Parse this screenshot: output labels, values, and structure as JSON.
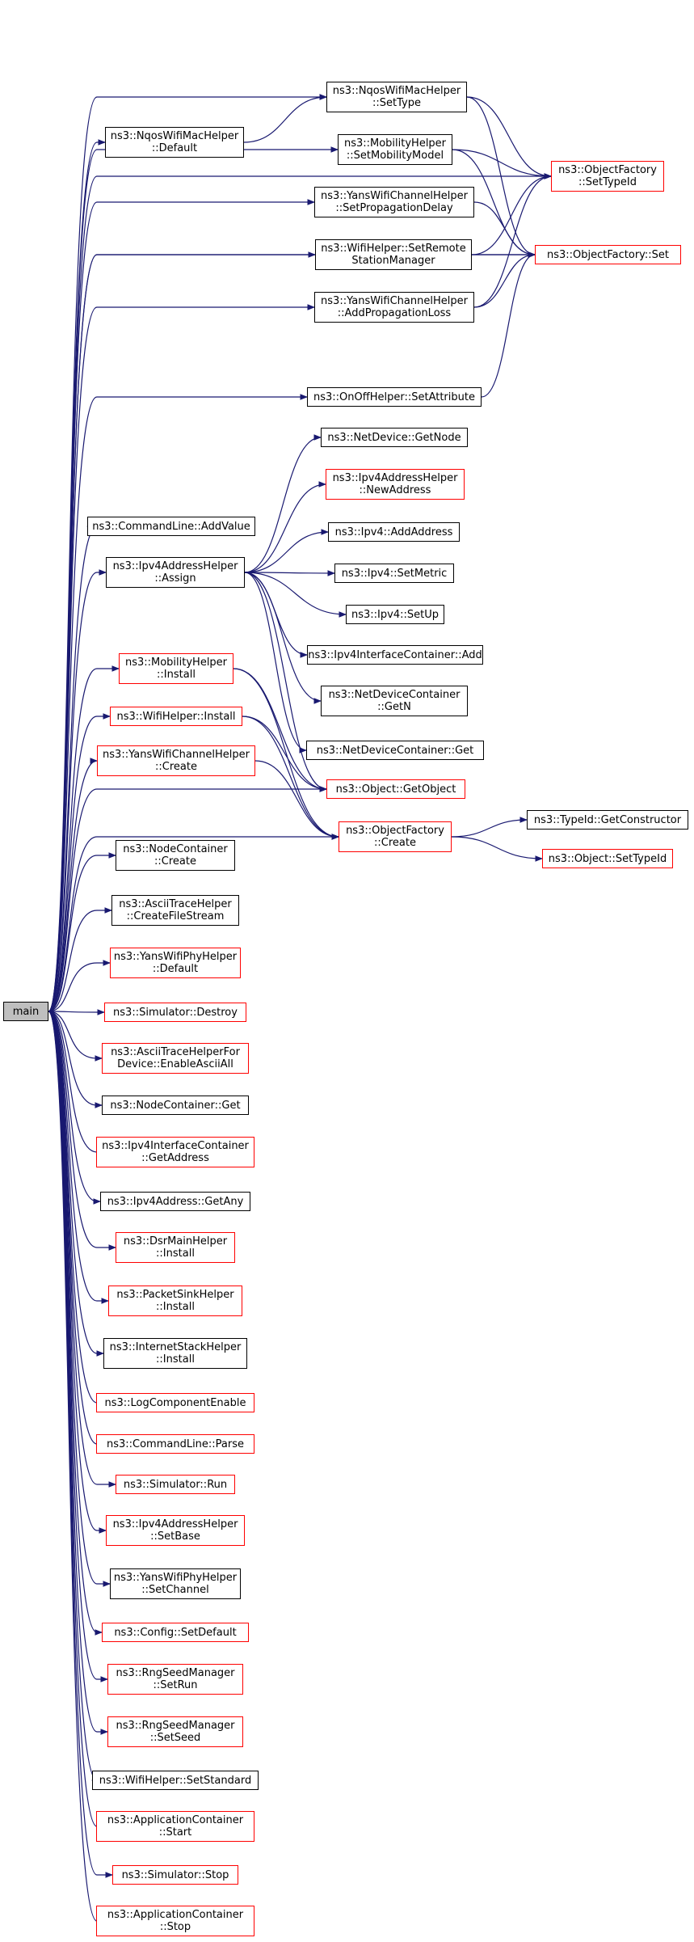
{
  "colors": {
    "edge": "#191970",
    "node_border": "#000000",
    "node_border_external": "#ff0000",
    "root_fill": "#bfbfbf"
  },
  "root": {
    "label": "main"
  },
  "nodes": {
    "nqos_settype": [
      "ns3::NqosWifiMacHelper",
      "::SetType"
    ],
    "nqos_default": [
      "ns3::NqosWifiMacHelper",
      "::Default"
    ],
    "mob_setmodel": [
      "ns3::MobilityHelper",
      "::SetMobilityModel"
    ],
    "of_settypeid": [
      "ns3::ObjectFactory",
      "::SetTypeId"
    ],
    "yans_setprop": [
      "ns3::YansWifiChannelHelper",
      "::SetPropagationDelay"
    ],
    "wifi_setremote": [
      "ns3::WifiHelper::SetRemote",
      "StationManager"
    ],
    "of_set": [
      "ns3::ObjectFactory::Set"
    ],
    "yans_addloss": [
      "ns3::YansWifiChannelHelper",
      "::AddPropagationLoss"
    ],
    "onoff_setattr": [
      "ns3::OnOffHelper::SetAttribute"
    ],
    "nd_getnode": [
      "ns3::NetDevice::GetNode"
    ],
    "ipv4h_newaddr": [
      "ns3::Ipv4AddressHelper",
      "::NewAddress"
    ],
    "cmd_addvalue": [
      "ns3::CommandLine::AddValue"
    ],
    "ipv4_addaddr": [
      "ns3::Ipv4::AddAddress"
    ],
    "ipv4h_assign": [
      "ns3::Ipv4AddressHelper",
      "::Assign"
    ],
    "ipv4_setmetric": [
      "ns3::Ipv4::SetMetric"
    ],
    "ipv4_setup": [
      "ns3::Ipv4::SetUp"
    ],
    "ipv4ic_add": [
      "ns3::Ipv4InterfaceContainer::Add"
    ],
    "mob_install": [
      "ns3::MobilityHelper",
      "::Install"
    ],
    "ndc_getn": [
      "ns3::NetDeviceContainer",
      "::GetN"
    ],
    "wifi_install": [
      "ns3::WifiHelper::Install"
    ],
    "ndc_get": [
      "ns3::NetDeviceContainer::Get"
    ],
    "yans_create": [
      "ns3::YansWifiChannelHelper",
      "::Create"
    ],
    "obj_getobject": [
      "ns3::Object::GetObject"
    ],
    "typeid_getctor": [
      "ns3::TypeId::GetConstructor"
    ],
    "of_create": [
      "ns3::ObjectFactory",
      "::Create"
    ],
    "obj_settypeid": [
      "ns3::Object::SetTypeId"
    ],
    "nc_create": [
      "ns3::NodeContainer",
      "::Create"
    ],
    "ath_createfile": [
      "ns3::AsciiTraceHelper",
      "::CreateFileStream"
    ],
    "yansphy_default": [
      "ns3::YansWifiPhyHelper",
      "::Default"
    ],
    "sim_destroy": [
      "ns3::Simulator::Destroy"
    ],
    "athfd_enable": [
      "ns3::AsciiTraceHelperFor",
      "Device::EnableAsciiAll"
    ],
    "nc_get": [
      "ns3::NodeContainer::Get"
    ],
    "ipv4ic_getaddr": [
      "ns3::Ipv4InterfaceContainer",
      "::GetAddress"
    ],
    "ipv4addr_getany": [
      "ns3::Ipv4Address::GetAny"
    ],
    "dsr_install": [
      "ns3::DsrMainHelper",
      "::Install"
    ],
    "psh_install": [
      "ns3::PacketSinkHelper",
      "::Install"
    ],
    "ish_install": [
      "ns3::InternetStackHelper",
      "::Install"
    ],
    "log_enable": [
      "ns3::LogComponentEnable"
    ],
    "cmd_parse": [
      "ns3::CommandLine::Parse"
    ],
    "sim_run": [
      "ns3::Simulator::Run"
    ],
    "ipv4h_setbase": [
      "ns3::Ipv4AddressHelper",
      "::SetBase"
    ],
    "yansphy_setchan": [
      "ns3::YansWifiPhyHelper",
      "::SetChannel"
    ],
    "cfg_setdefault": [
      "ns3::Config::SetDefault"
    ],
    "rng_setrun": [
      "ns3::RngSeedManager",
      "::SetRun"
    ],
    "rng_setseed": [
      "ns3::RngSeedManager",
      "::SetSeed"
    ],
    "wifi_setstd": [
      "ns3::WifiHelper::SetStandard"
    ],
    "appc_start": [
      "ns3::ApplicationContainer",
      "::Start"
    ],
    "sim_stop": [
      "ns3::Simulator::Stop"
    ],
    "appc_stop": [
      "ns3::ApplicationContainer",
      "::Stop"
    ]
  },
  "edges": [
    [
      "main",
      "nqos_settype"
    ],
    [
      "main",
      "nqos_default"
    ],
    [
      "main",
      "mob_setmodel"
    ],
    [
      "main",
      "of_settypeid"
    ],
    [
      "main",
      "yans_setprop"
    ],
    [
      "main",
      "wifi_setremote"
    ],
    [
      "main",
      "yans_addloss"
    ],
    [
      "main",
      "of_set"
    ],
    [
      "main",
      "onoff_setattr"
    ],
    [
      "main",
      "cmd_addvalue"
    ],
    [
      "main",
      "ipv4h_assign"
    ],
    [
      "main",
      "mob_install"
    ],
    [
      "main",
      "wifi_install"
    ],
    [
      "main",
      "yans_create"
    ],
    [
      "main",
      "of_create"
    ],
    [
      "main",
      "obj_getobject"
    ],
    [
      "main",
      "nc_create"
    ],
    [
      "main",
      "ath_createfile"
    ],
    [
      "main",
      "yansphy_default"
    ],
    [
      "main",
      "sim_destroy"
    ],
    [
      "main",
      "athfd_enable"
    ],
    [
      "main",
      "nc_get"
    ],
    [
      "main",
      "ipv4ic_getaddr"
    ],
    [
      "main",
      "ipv4addr_getany"
    ],
    [
      "main",
      "dsr_install"
    ],
    [
      "main",
      "psh_install"
    ],
    [
      "main",
      "ish_install"
    ],
    [
      "main",
      "log_enable"
    ],
    [
      "main",
      "cmd_parse"
    ],
    [
      "main",
      "sim_run"
    ],
    [
      "main",
      "ipv4h_setbase"
    ],
    [
      "main",
      "yansphy_setchan"
    ],
    [
      "main",
      "cfg_setdefault"
    ],
    [
      "main",
      "rng_setrun"
    ],
    [
      "main",
      "rng_setseed"
    ],
    [
      "main",
      "wifi_setstd"
    ],
    [
      "main",
      "appc_start"
    ],
    [
      "main",
      "sim_stop"
    ],
    [
      "main",
      "appc_stop"
    ],
    [
      "nqos_default",
      "nqos_settype"
    ],
    [
      "nqos_settype",
      "of_settypeid"
    ],
    [
      "nqos_settype",
      "of_set"
    ],
    [
      "mob_setmodel",
      "of_settypeid"
    ],
    [
      "mob_setmodel",
      "of_set"
    ],
    [
      "yans_setprop",
      "of_set"
    ],
    [
      "wifi_setremote",
      "of_settypeid"
    ],
    [
      "wifi_setremote",
      "of_set"
    ],
    [
      "yans_addloss",
      "of_settypeid"
    ],
    [
      "yans_addloss",
      "of_set"
    ],
    [
      "onoff_setattr",
      "of_set"
    ],
    [
      "ipv4h_assign",
      "nd_getnode"
    ],
    [
      "ipv4h_assign",
      "ipv4h_newaddr"
    ],
    [
      "ipv4h_assign",
      "ipv4_addaddr"
    ],
    [
      "ipv4h_assign",
      "ipv4_setmetric"
    ],
    [
      "ipv4h_assign",
      "ipv4_setup"
    ],
    [
      "ipv4h_assign",
      "ipv4ic_add"
    ],
    [
      "ipv4h_assign",
      "ndc_getn"
    ],
    [
      "ipv4h_assign",
      "ndc_get"
    ],
    [
      "ipv4h_assign",
      "obj_getobject"
    ],
    [
      "mob_install",
      "obj_getobject"
    ],
    [
      "mob_install",
      "of_create"
    ],
    [
      "wifi_install",
      "obj_getobject"
    ],
    [
      "wifi_install",
      "of_create"
    ],
    [
      "yans_create",
      "of_create"
    ],
    [
      "of_create",
      "typeid_getctor"
    ],
    [
      "of_create",
      "obj_settypeid"
    ]
  ]
}
